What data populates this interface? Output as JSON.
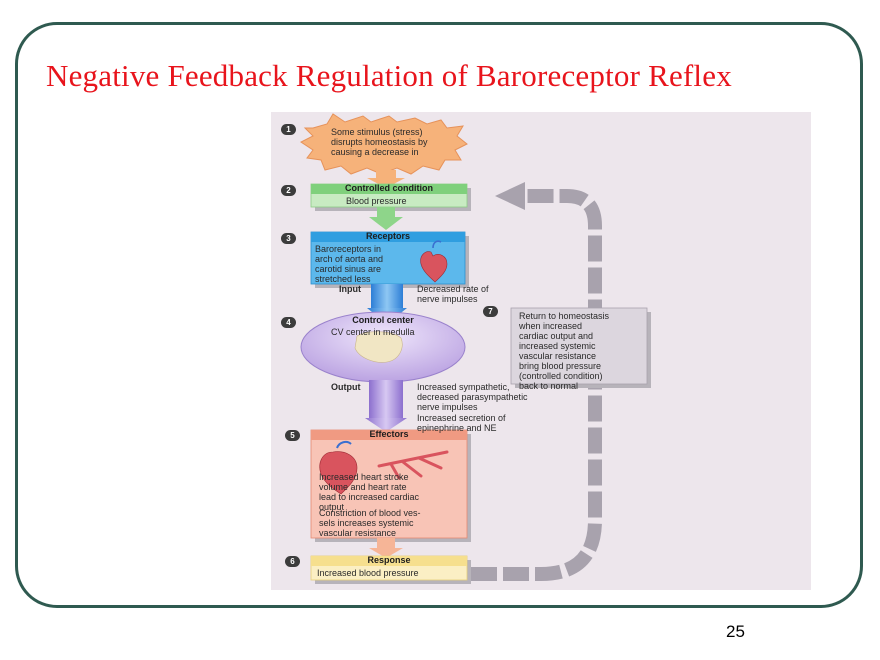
{
  "slide": {
    "title": "Negative Feedback Regulation of Baroreceptor Reflex",
    "page_number": "25"
  },
  "diagram": {
    "step1": {
      "number": "1",
      "text": "Some stimulus (stress)\ndisrupts homeostasis by\ncausing a decrease in"
    },
    "step2": {
      "number": "2",
      "header": "Controlled condition",
      "text": "Blood pressure"
    },
    "step3": {
      "number": "3",
      "header": "Receptors",
      "text": "Baroreceptors in\narch of aorta and\ncarotid sinus are\nstretched less"
    },
    "input": {
      "label": "Input",
      "text": "Decreased rate of\nnerve impulses"
    },
    "step4": {
      "number": "4",
      "header": "Control center",
      "text": "CV center in medulla"
    },
    "output": {
      "label": "Output",
      "text1": "Increased sympathetic,\n   decreased parasympathetic\n   nerve impulses",
      "text2": "Increased secretion of\n   epinephrine and NE"
    },
    "step5": {
      "number": "5",
      "header": "Effectors",
      "text1": "Increased heart stroke\nvolume and heart rate\nlead to increased cardiac\noutput",
      "text2": "Constriction of blood ves-\nsels increases systemic\nvascular resistance"
    },
    "step6": {
      "number": "6",
      "header": "Response",
      "text": "Increased blood pressure"
    },
    "step7": {
      "number": "7",
      "text": "Return to homeostasis\nwhen increased\ncardiac output and\nincreased systemic\nvascular resistance\nbring blood pressure\n(controlled condition)\nback to normal"
    }
  },
  "colors": {
    "title": "#e8141c",
    "frame": "#2f5a50",
    "stimulus": "#f6b27a",
    "controlled": "#a8dca2",
    "receptors": "#3aa7e4",
    "control_center": "#c9b3e8",
    "effectors": "#f4a591",
    "response": "#f7e7a8",
    "feedback": "#a8a2ad"
  }
}
